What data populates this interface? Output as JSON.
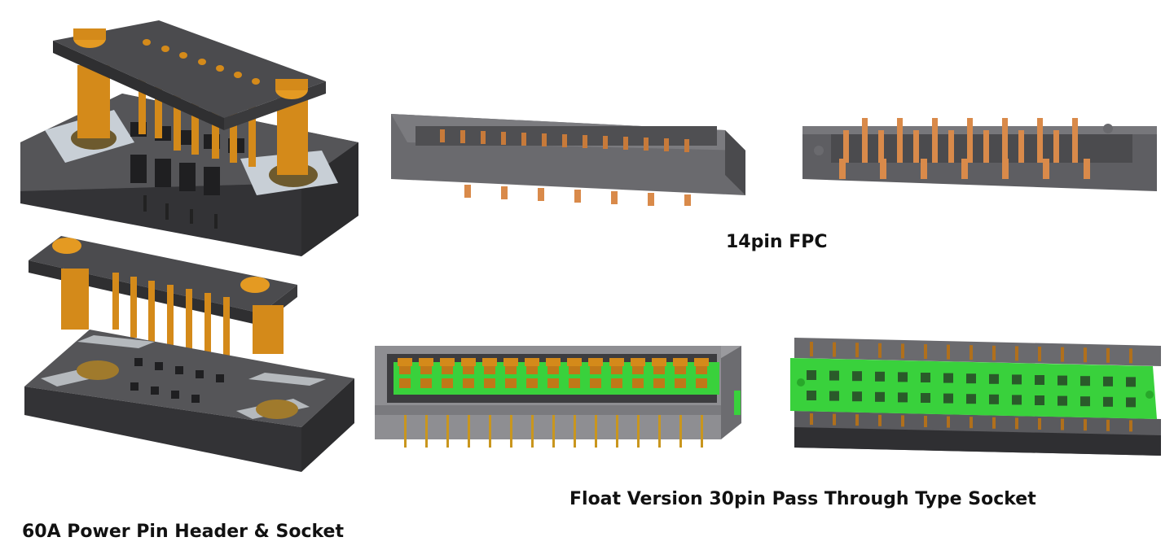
{
  "captions": {
    "fpc": "14pin FPC",
    "float_socket": "Float Version 30pin Pass Through Type Socket",
    "power": "60A Power Pin Header & Socket"
  },
  "colors": {
    "housing_dark": "#3b3b3d",
    "housing_mid": "#5b5b5e",
    "housing_light": "#8a8a8e",
    "pin_gold": "#d48a1a",
    "pin_copper": "#d98a4a",
    "insert_green": "#39d13c",
    "plate_light": "#c8cfd6",
    "caption_text": "#111111"
  },
  "images": [
    {
      "name": "power-header-socket-mated"
    },
    {
      "name": "power-header-socket-exploded"
    },
    {
      "name": "fpc-connector-front"
    },
    {
      "name": "fpc-connector-back"
    },
    {
      "name": "float-socket-30pin-front"
    },
    {
      "name": "float-socket-30pin-top"
    }
  ]
}
